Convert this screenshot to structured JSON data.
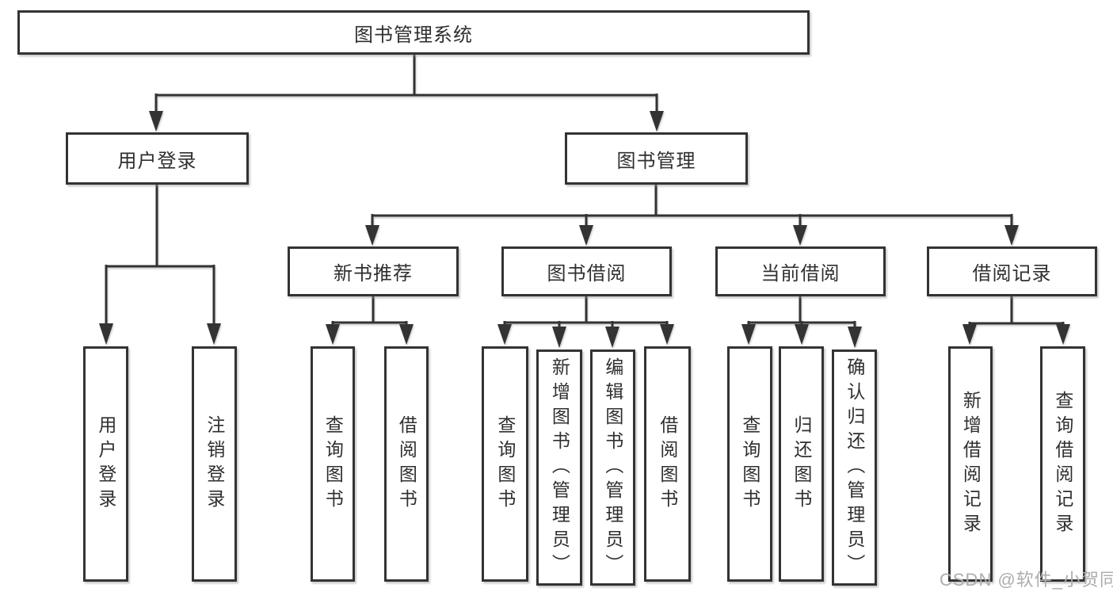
{
  "tree": {
    "root": "图书管理系统",
    "branches": [
      {
        "label": "用户登录",
        "children": [
          "用户登录",
          "注销登录"
        ]
      },
      {
        "label": "图书管理",
        "sections": [
          {
            "label": "新书推荐",
            "children": [
              "查询图书",
              "借阅图书"
            ]
          },
          {
            "label": "图书借阅",
            "children": [
              "查询图书",
              "新增图书（管理员）",
              "编辑图书（管理员）",
              "借阅图书"
            ]
          },
          {
            "label": "当前借阅",
            "children": [
              "查询图书",
              "归还图书",
              "确认归还（管理员）"
            ]
          },
          {
            "label": "借阅记录",
            "children": [
              "新增借阅记录",
              "查询借阅记录"
            ]
          }
        ]
      }
    ]
  },
  "watermark": {
    "text": "CSDN @软件_小贺同学"
  },
  "colors": {
    "line": "#333333",
    "box_border": "#333333",
    "box_bg": "#ffffff",
    "text": "#2f2f2f",
    "background": "#ffffff",
    "watermark": "#adadad"
  }
}
